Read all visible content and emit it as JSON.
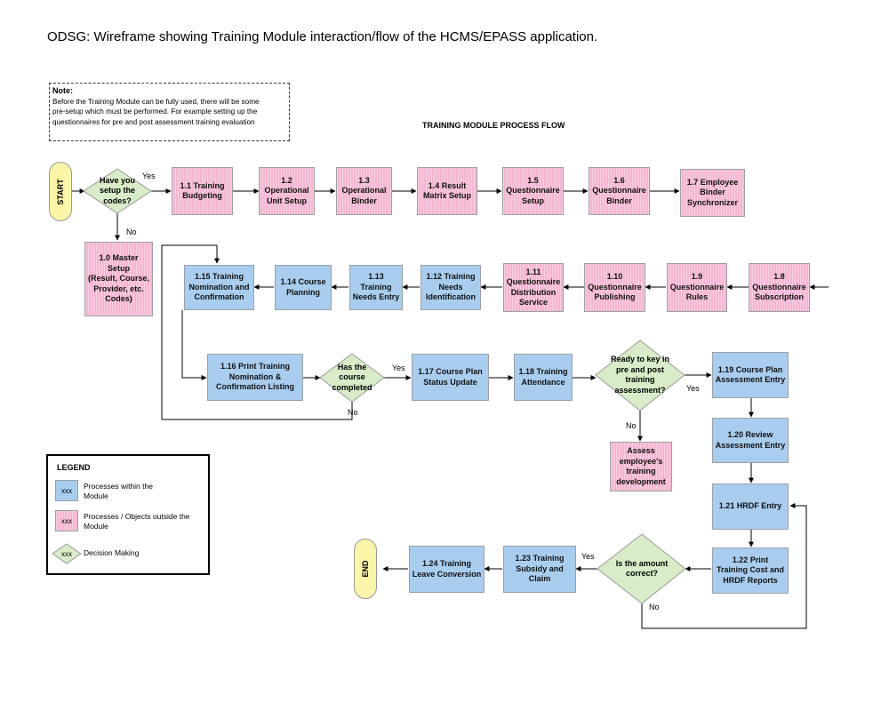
{
  "title": "ODSG: Wireframe showing Training Module interaction/flow of the HCMS/EPASS application.",
  "note": {
    "heading": "Note:",
    "lines": [
      "Before the Training Module can be fully used, there will be some",
      "pre-setup which must be performed. For example setting up the",
      "questionnaires for pre and post assessment training evaluation"
    ]
  },
  "flow_title": "TRAINING MODULE PROCESS FLOW",
  "terminals": {
    "start": "START",
    "end": "END"
  },
  "decisions": {
    "setup_codes": [
      "Have you",
      "setup the",
      "codes?"
    ],
    "course_completed": [
      "Has the",
      "course",
      "completed"
    ],
    "ready_key_in": [
      "Ready to key in",
      "pre and post",
      "training",
      "assessment?"
    ],
    "amount_correct": [
      "Is the amount",
      "correct?"
    ]
  },
  "labels": {
    "yes": "Yes",
    "no": "No"
  },
  "processes": {
    "p1_0": [
      "1.0 Master",
      "Setup",
      "(Result, Course,",
      "Provider, etc.",
      "Codes)"
    ],
    "p1_1": [
      "1.1 Training",
      "Budgeting"
    ],
    "p1_2": [
      "1.2",
      "Operational",
      "Unit Setup"
    ],
    "p1_3": [
      "1.3",
      "Operational",
      "Binder"
    ],
    "p1_4": [
      "1.4 Result",
      "Matrix Setup"
    ],
    "p1_5": [
      "1.5",
      "Questionnaire",
      "Setup"
    ],
    "p1_6": [
      "1.6",
      "Questionnaire",
      "Binder"
    ],
    "p1_7": [
      "1.7 Employee",
      "Binder",
      "Synchronizer"
    ],
    "p1_8": [
      "1.8",
      "Questionnaire",
      "Subscription"
    ],
    "p1_9": [
      "1.9",
      "Questionnaire",
      "Rules"
    ],
    "p1_10": [
      "1.10",
      "Questionnaire",
      "Publishing"
    ],
    "p1_11": [
      "1.11",
      "Questionnaire",
      "Distribution",
      "Service"
    ],
    "p1_12": [
      "1.12 Training",
      "Needs",
      "Identification"
    ],
    "p1_13": [
      "1.13 Training",
      "Needs Entry"
    ],
    "p1_14": [
      "1.14 Course",
      "Planning"
    ],
    "p1_15": [
      "1.15 Training",
      "Nomination and",
      "Confirmation"
    ],
    "p1_16": [
      "1.16 Print Training",
      "Nomination &",
      "Confirmation Listing"
    ],
    "p1_17": [
      "1.17 Course Plan",
      "Status Update"
    ],
    "p1_18": [
      "1.18 Training",
      "Attendance"
    ],
    "p1_19": [
      "1.19 Course Plan",
      "Assessment Entry"
    ],
    "p1_20": [
      "1.20 Review",
      "Assessment Entry"
    ],
    "p1_21": [
      "1.21 HRDF Entry"
    ],
    "p1_22": [
      "1.22 Print",
      "Training Cost and",
      "HRDF Reports"
    ],
    "p1_23": [
      "1.23 Training",
      "Subsidy and",
      "Claim"
    ],
    "p1_24": [
      "1.24 Training",
      "Leave Conversion"
    ],
    "assess": [
      "Assess",
      "employee's",
      "training",
      "development"
    ]
  },
  "legend": {
    "title": "LEGEND",
    "swatch_text": "xxx",
    "items": [
      [
        "Processes within the",
        "Module"
      ],
      [
        "Processes / Objects outside the",
        "Module"
      ],
      [
        "Decision Making"
      ]
    ]
  },
  "colors": {
    "internal_process": "#a9cdee",
    "external_process": "#f4b6d2",
    "decision": "#d8ecc8",
    "terminal": "#fbf5a8"
  }
}
